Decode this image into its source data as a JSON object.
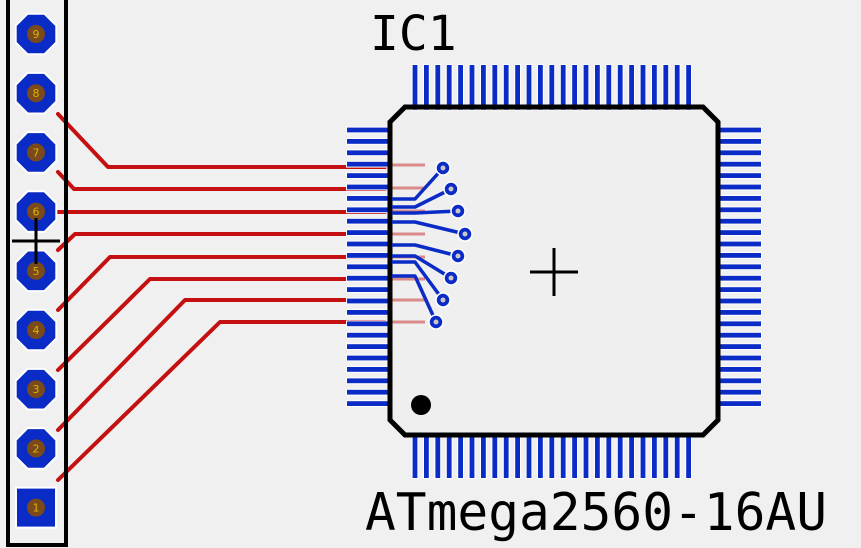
{
  "board": {
    "background": "#f0f0f0",
    "colors": {
      "pad": "#0a2bc6",
      "pad_outline": "#ffffff",
      "pin_center": "#7a4a1a",
      "pin_number": "#d9b400",
      "top_trace": "#c41010",
      "bottom_trace": "#0a2bc6",
      "silkscreen": "#000000",
      "via_center": "#c8c8c8"
    }
  },
  "header": {
    "pins": [
      "9",
      "8",
      "7",
      "6",
      "5",
      "4",
      "3",
      "2",
      "1"
    ]
  },
  "ic": {
    "ref": "IC1",
    "value": "ATmega2560-16AU",
    "package_pin_count_per_side": 25
  },
  "vias_count": 8,
  "top_traces_count": 8
}
